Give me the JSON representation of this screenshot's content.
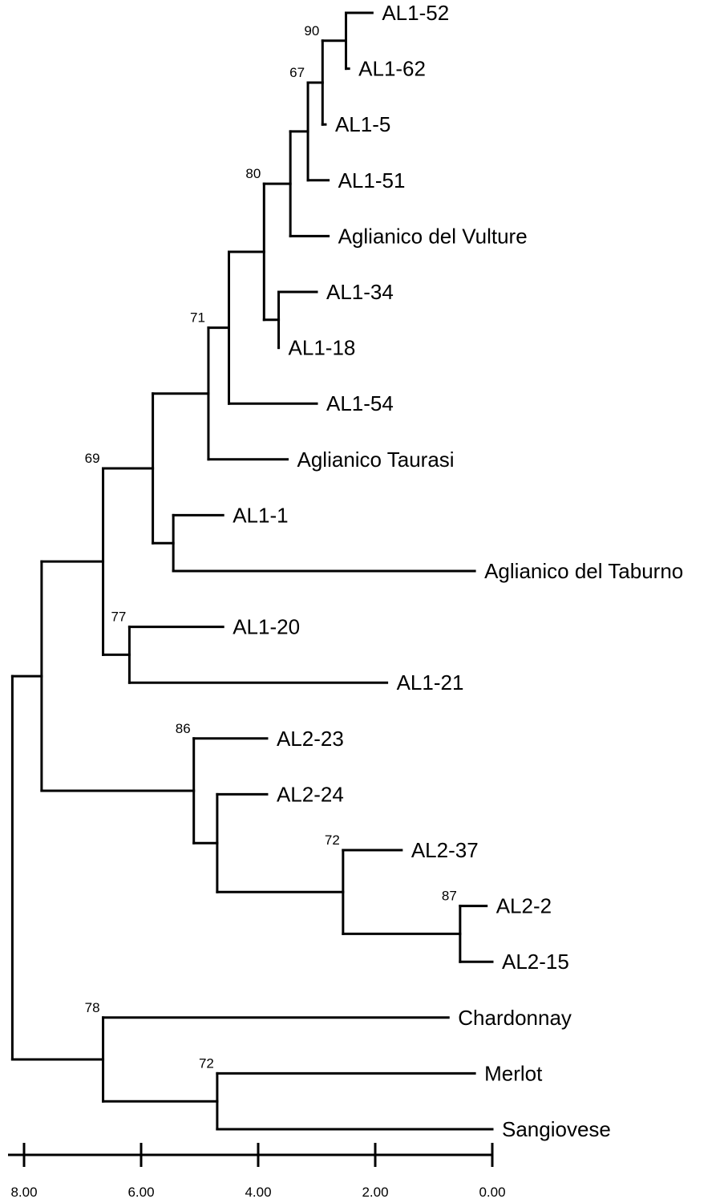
{
  "leaves": [
    {
      "key": "AL1-52",
      "label": "AL1-52"
    },
    {
      "key": "AL1-62",
      "label": "AL1-62"
    },
    {
      "key": "AL1-5",
      "label": "AL1-5"
    },
    {
      "key": "AL1-51",
      "label": "AL1-51"
    },
    {
      "key": "AgVulture",
      "label": "Aglianico del Vulture"
    },
    {
      "key": "AL1-34",
      "label": "AL1-34"
    },
    {
      "key": "AL1-18",
      "label": "AL1-18"
    },
    {
      "key": "AL1-54",
      "label": "AL1-54"
    },
    {
      "key": "AgTaurasi",
      "label": "Aglianico Taurasi"
    },
    {
      "key": "AL1-1",
      "label": "AL1-1"
    },
    {
      "key": "AgTaburno",
      "label": "Aglianico del Taburno"
    },
    {
      "key": "AL1-20",
      "label": "AL1-20"
    },
    {
      "key": "AL1-21",
      "label": "AL1-21"
    },
    {
      "key": "AL2-23",
      "label": "AL2-23"
    },
    {
      "key": "AL2-24",
      "label": "AL2-24"
    },
    {
      "key": "AL2-37",
      "label": "AL2-37"
    },
    {
      "key": "AL2-2",
      "label": "AL2-2"
    },
    {
      "key": "AL2-15",
      "label": "AL2-15"
    },
    {
      "key": "Chardonnay",
      "label": "Chardonnay"
    },
    {
      "key": "Merlot",
      "label": "Merlot"
    },
    {
      "key": "Sangiovese",
      "label": "Sangiovese"
    }
  ],
  "nodes": [
    {
      "id": "n1",
      "dist": 2.5,
      "children": [
        "AL1-52",
        "AL1-62"
      ],
      "support": ""
    },
    {
      "id": "n2",
      "dist": 2.9,
      "children": [
        "n1",
        "AL1-5"
      ],
      "support": "90"
    },
    {
      "id": "n3",
      "dist": 3.15,
      "children": [
        "n2",
        "AL1-51"
      ],
      "support": "67"
    },
    {
      "id": "n4",
      "dist": 3.45,
      "children": [
        "n3",
        "AgVulture"
      ],
      "support": ""
    },
    {
      "id": "n5",
      "dist": 3.65,
      "children": [
        "AL1-34",
        "AL1-18"
      ],
      "support": ""
    },
    {
      "id": "n6",
      "dist": 3.9,
      "children": [
        "n4",
        "n5"
      ],
      "support": "80"
    },
    {
      "id": "n7",
      "dist": 4.5,
      "children": [
        "n6",
        "AL1-54"
      ],
      "support": ""
    },
    {
      "id": "n8",
      "dist": 4.85,
      "children": [
        "n7",
        "AgTaurasi"
      ],
      "support": "71"
    },
    {
      "id": "n9",
      "dist": 5.45,
      "children": [
        "AL1-1",
        "AgTaburno"
      ],
      "support": ""
    },
    {
      "id": "n10",
      "dist": 5.8,
      "children": [
        "n8",
        "n9"
      ],
      "support": ""
    },
    {
      "id": "n11",
      "dist": 6.2,
      "children": [
        "AL1-20",
        "AL1-21"
      ],
      "support": "77"
    },
    {
      "id": "n12",
      "dist": 6.65,
      "children": [
        "n10",
        "n11"
      ],
      "support": "69"
    },
    {
      "id": "n13",
      "dist": 0.55,
      "children": [
        "AL2-2",
        "AL2-15"
      ],
      "support": "87"
    },
    {
      "id": "n14",
      "dist": 2.55,
      "children": [
        "AL2-37",
        "n13"
      ],
      "support": "72"
    },
    {
      "id": "n15",
      "dist": 4.7,
      "children": [
        "AL2-24",
        "n14"
      ],
      "support": ""
    },
    {
      "id": "n16",
      "dist": 5.1,
      "children": [
        "AL2-23",
        "n15"
      ],
      "support": "86"
    },
    {
      "id": "n17",
      "dist": 7.7,
      "children": [
        "n12",
        "n16"
      ],
      "support": ""
    },
    {
      "id": "n18",
      "dist": 4.7,
      "children": [
        "Merlot",
        "Sangiovese"
      ],
      "support": "72"
    },
    {
      "id": "n19",
      "dist": 6.65,
      "children": [
        "Chardonnay",
        "n18"
      ],
      "support": "78"
    },
    {
      "id": "root",
      "dist": 8.2,
      "children": [
        "n17",
        "n19"
      ],
      "support": ""
    }
  ],
  "leaf_dist": {
    "AL1-52": 2.05,
    "AL1-62": 2.45,
    "AL1-5": 2.85,
    "AL1-51": 2.8,
    "AgVulture": 2.8,
    "AL1-34": 3.0,
    "AL1-18": 3.65,
    "AL1-54": 3.0,
    "AgTaurasi": 3.5,
    "AL1-1": 4.6,
    "AgTaburno": 0.3,
    "AL1-20": 4.6,
    "AL1-21": 1.8,
    "AL2-23": 3.85,
    "AL2-24": 3.85,
    "AL2-37": 1.55,
    "AL2-2": 0.1,
    "AL2-15": 0.0,
    "Chardonnay": 0.75,
    "Merlot": 0.3,
    "Sangiovese": 0.0
  },
  "axis": {
    "ticks": [
      {
        "value": 8,
        "label": "8.00"
      },
      {
        "value": 6,
        "label": "6.00"
      },
      {
        "value": 4,
        "label": "4.00"
      },
      {
        "value": 2,
        "label": "2.00"
      },
      {
        "value": 0,
        "label": "0.00"
      }
    ]
  }
}
